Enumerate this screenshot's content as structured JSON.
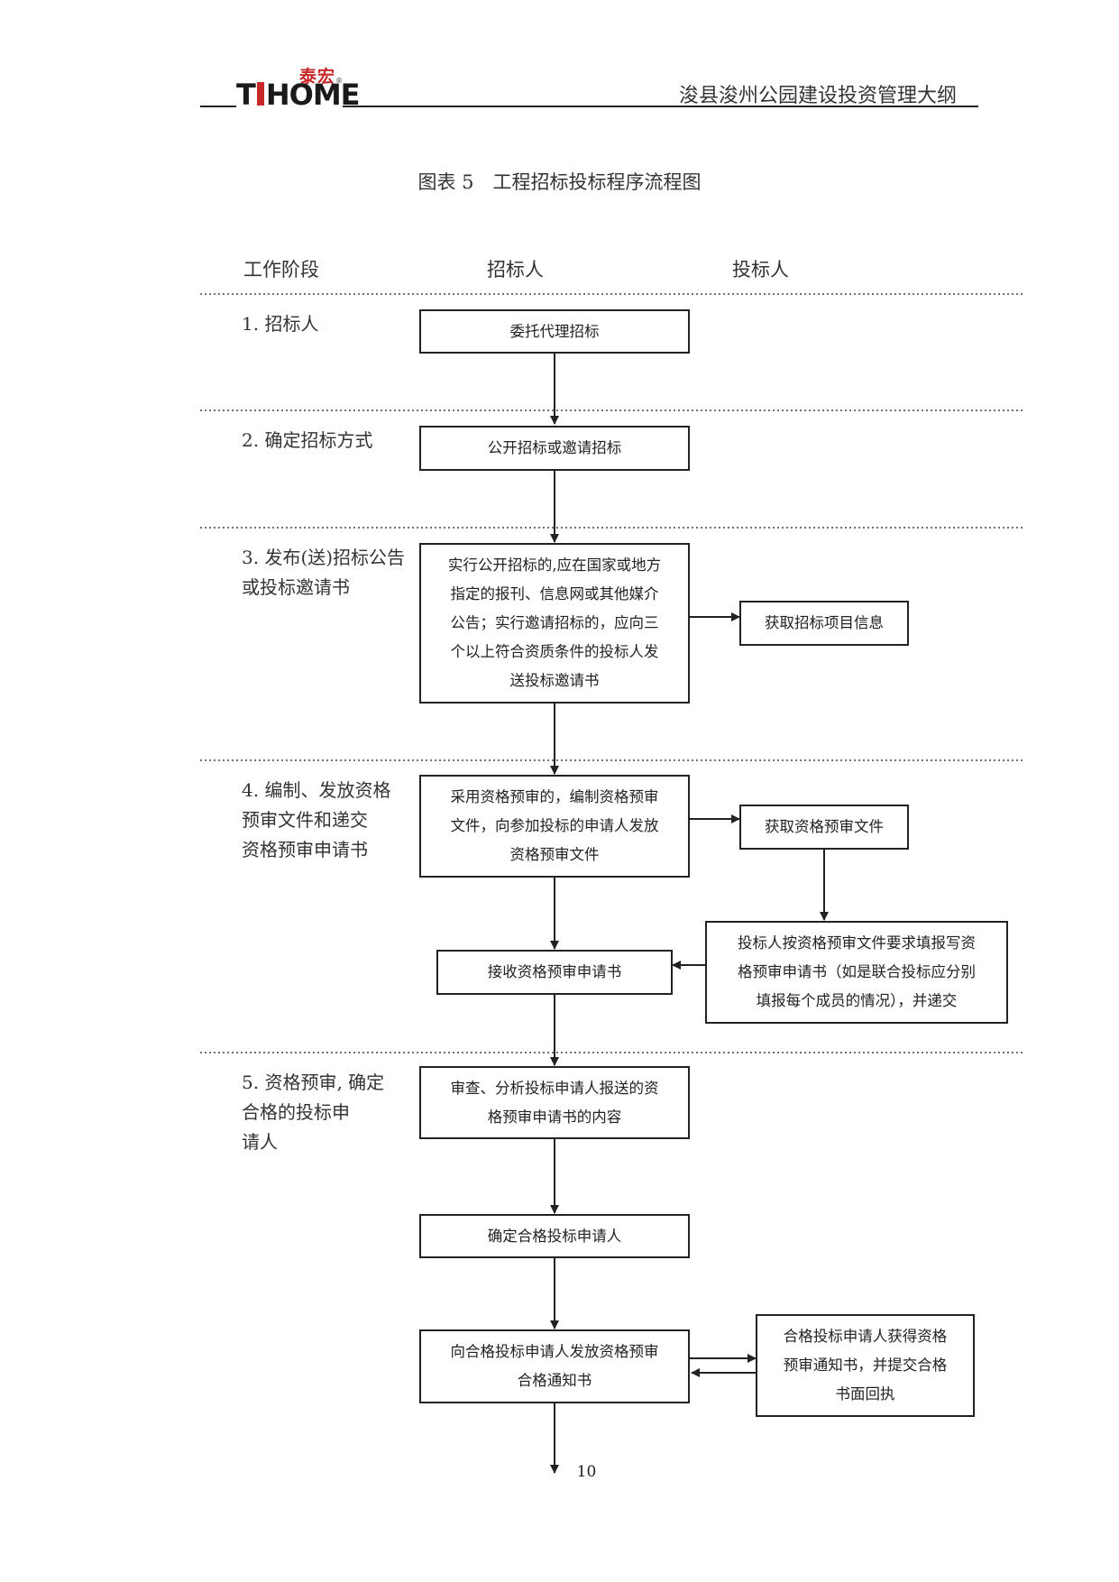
{
  "header": {
    "logo_cn": "泰宏",
    "logo_en_left": "T",
    "logo_en_right": "HOME",
    "doc_title": "浚县浚州公园建设投资管理大纲"
  },
  "caption": "图表 5　工程招标投标程序流程图",
  "columns": {
    "stage": "工作阶段",
    "tenderer": "招标人",
    "bidder": "投标人"
  },
  "stages": [
    {
      "label": "1. 招标人"
    },
    {
      "label": "2. 确定招标方式"
    },
    {
      "label": "3. 发布(送)招标公告\n或投标邀请书"
    },
    {
      "label": "4. 编制、发放资格\n预审文件和递交\n资格预审申请书"
    },
    {
      "label": "5. 资格预审, 确定\n合格的投标申\n请人"
    }
  ],
  "nodes": {
    "entrust": "委托代理招标",
    "method": "公开招标或邀请招标",
    "publish": "实行公开招标的,应在国家或地方\n指定的报刊、信息网或其他媒介\n公告；实行邀请招标的，应向三\n个以上符合资质条件的投标人发\n送投标邀请书",
    "get_info": "获取招标项目信息",
    "prequal_docs": "采用资格预审的，编制资格预审\n文件，向参加投标的申请人发放\n资格预审文件",
    "get_prequal": "获取资格预审文件",
    "fill_app": "投标人按资格预审文件要求填报写资\n格预审申请书（如是联合投标应分别\n填报每个成员的情况），并递交",
    "receive_app": "接收资格预审申请书",
    "review": "审查、分析投标申请人报送的资\n格预审申请书的内容",
    "confirm": "确定合格投标申请人",
    "notify": "向合格投标申请人发放资格预审\n合格通知书",
    "receipt": "合格投标申请人获得资格\n预审通知书，并提交合格\n书面回执"
  },
  "page_number": "10"
}
